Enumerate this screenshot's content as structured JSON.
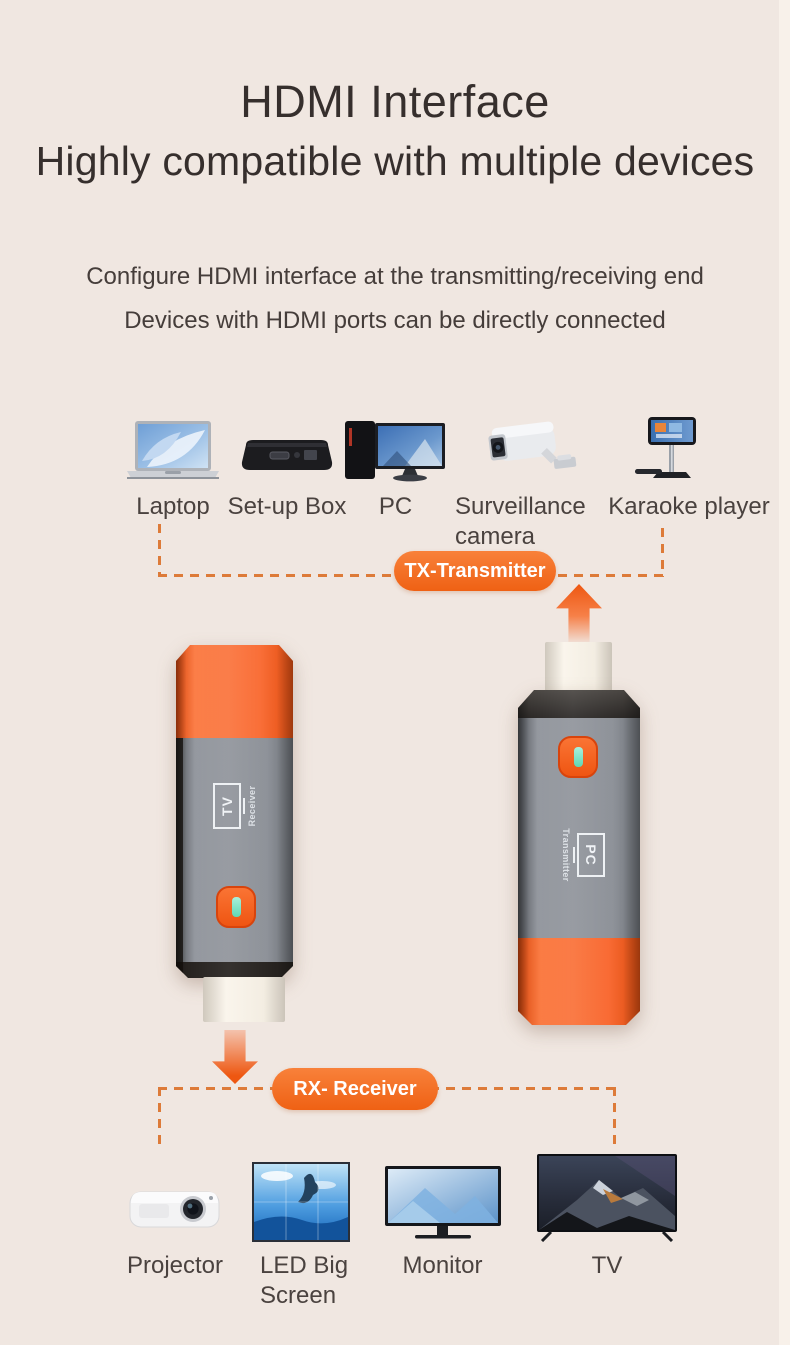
{
  "header": {
    "title_line1": "HDMI Interface",
    "title_line2": "Highly compatible with multiple devices",
    "subtitle_line1": "Configure HDMI interface at the transmitting/receiving end",
    "subtitle_line2": "Devices with HDMI ports can be directly connected"
  },
  "tx_section": {
    "badge_label": "TX-Transmitter",
    "devices": [
      {
        "label": "Laptop",
        "icon": "laptop-icon"
      },
      {
        "label": "Set-up Box",
        "icon": "settop-box-icon"
      },
      {
        "label": "PC",
        "icon": "desktop-pc-icon"
      },
      {
        "label": "Surveillance camera",
        "icon": "cctv-camera-icon"
      },
      {
        "label": "Karaoke player",
        "icon": "karaoke-player-icon"
      }
    ]
  },
  "rx_section": {
    "badge_label": "RX- Receiver",
    "devices": [
      {
        "label": "Projector",
        "icon": "projector-icon"
      },
      {
        "label": "LED Big Screen",
        "icon": "led-screen-icon"
      },
      {
        "label": "Monitor",
        "icon": "monitor-icon"
      },
      {
        "label": "TV",
        "icon": "tv-icon"
      }
    ]
  },
  "dongles": {
    "receiver": {
      "port_label": "TV",
      "role_label": "Receiver"
    },
    "transmitter": {
      "port_label": "PC",
      "role_label": "Transmitter"
    }
  },
  "colors": {
    "background": "#f0e7e1",
    "accent_orange": "#f4711f",
    "dash_orange": "#dd7b39",
    "led_teal": "#7ce4c4"
  }
}
